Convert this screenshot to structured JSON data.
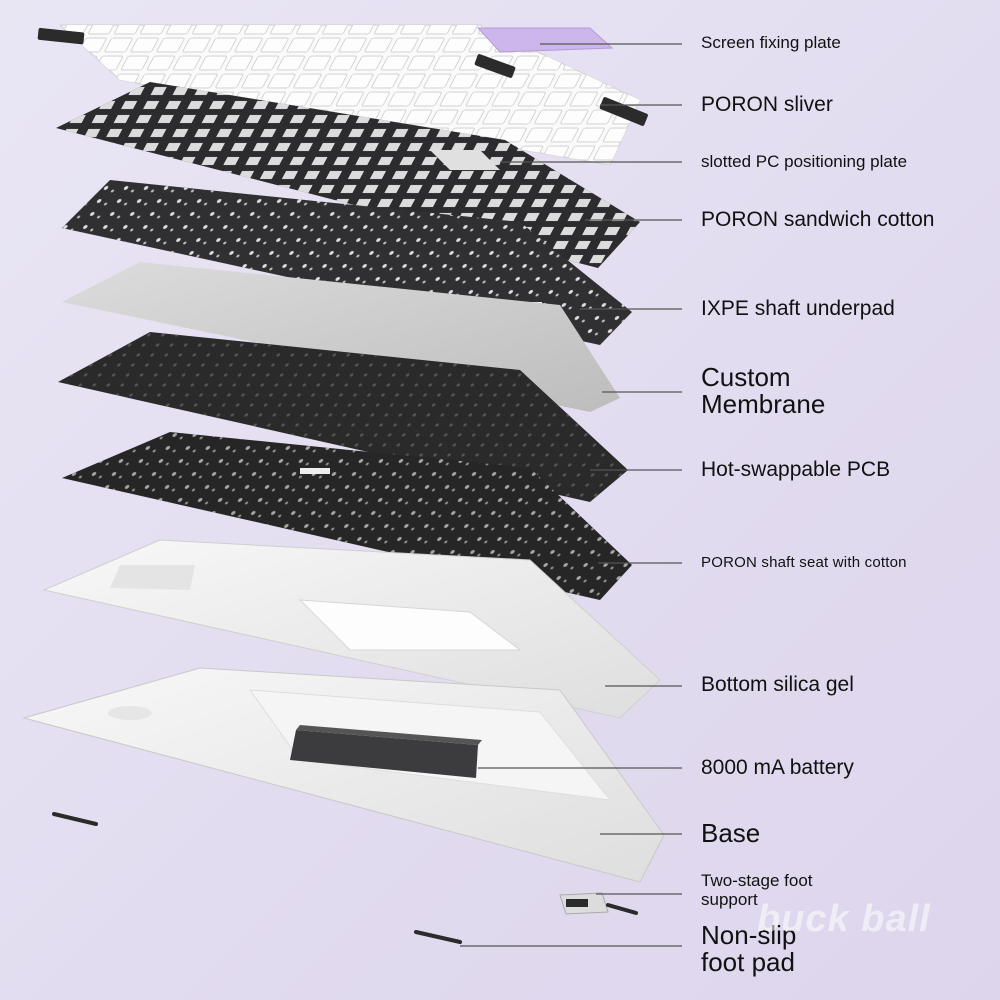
{
  "layers": [
    {
      "id": "screen-fixing-plate",
      "label": "Screen fixing plate"
    },
    {
      "id": "poron-sliver",
      "label": "PORON sliver"
    },
    {
      "id": "slotted-pc-positioning-plate",
      "label": "slotted PC positioning plate"
    },
    {
      "id": "poron-sandwich-cotton",
      "label": "PORON sandwich cotton"
    },
    {
      "id": "ixpe-shaft-underpad",
      "label": "IXPE shaft underpad"
    },
    {
      "id": "custom-membrane",
      "label_line1": "Custom",
      "label_line2": "Membrane"
    },
    {
      "id": "hot-swappable-pcb",
      "label": "Hot-swappable PCB"
    },
    {
      "id": "poron-shaft-seat-with-cotton",
      "label": "PORON shaft seat with cotton"
    },
    {
      "id": "bottom-silica-gel",
      "label": "Bottom silica gel"
    },
    {
      "id": "battery",
      "label": "8000 mA battery"
    },
    {
      "id": "base",
      "label": "Base"
    },
    {
      "id": "two-stage-foot-support",
      "label_line1": "Two-stage foot",
      "label_line2": "support"
    },
    {
      "id": "non-slip-foot-pad",
      "label_line1": "Non-slip",
      "label_line2": "foot pad"
    }
  ],
  "watermark": "buck ball",
  "colors": {
    "background": "#e4def1",
    "dark_layer": "#2a2a2c",
    "light_layer": "#efefef",
    "grey_layer": "#cfcfcf",
    "accent_purple": "#c9b3e6",
    "leader_line": "#555555"
  }
}
